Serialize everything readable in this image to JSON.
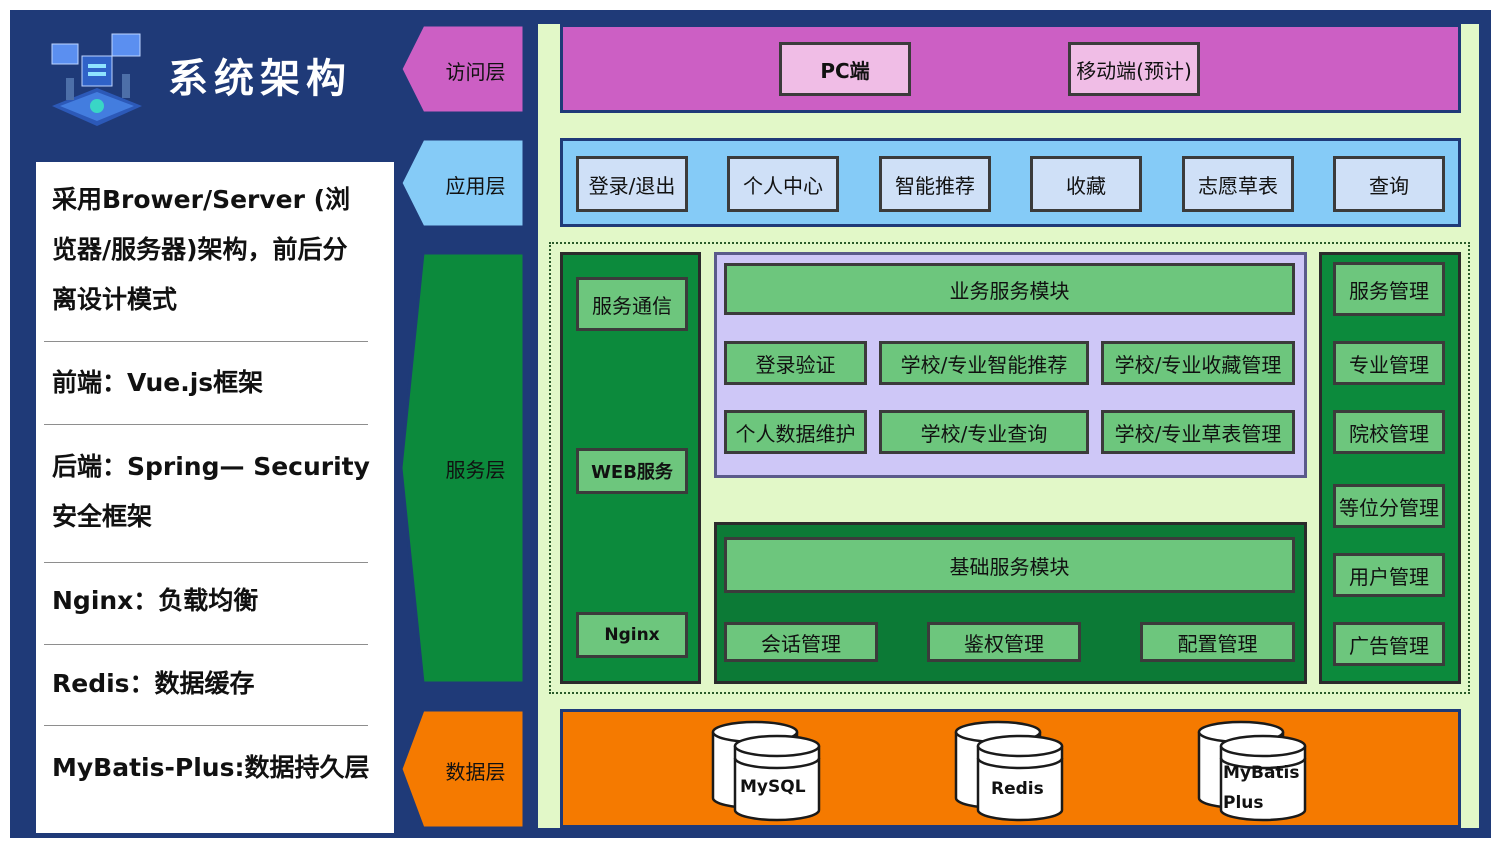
{
  "header": {
    "title": "系统架构"
  },
  "info_items": [
    "采用Brower/Server (浏",
    "览器/服务器)架构，前后分",
    "离设计模式",
    "前端：Vue.js框架",
    "后端：Spring— Security",
    "安全框架",
    "Nginx：负载均衡",
    "Redis：数据缓存",
    "MyBatis-Plus:数据持久层"
  ],
  "layers": {
    "access": "访问层",
    "application": "应用层",
    "service": "服务层",
    "data": "数据层"
  },
  "access_layer": {
    "pc": "PC端",
    "mobile": "移动端(预计)"
  },
  "application_layer": [
    "登录/退出",
    "个人中心",
    "智能推荐",
    "收藏",
    "志愿草表",
    "查询"
  ],
  "service_layer": {
    "left": [
      "服务通信",
      "WEB服务",
      "Nginx"
    ],
    "business_title": "业务服务模块",
    "business": [
      "登录验证",
      "学校/专业智能推荐",
      "学校/专业收藏管理",
      "个人数据维护",
      "学校/专业查询",
      "学校/专业草表管理"
    ],
    "basic_title": "基础服务模块",
    "basic": [
      "会话管理",
      "鉴权管理",
      "配置管理"
    ],
    "right": [
      "服务管理",
      "专业管理",
      "院校管理",
      "等位分管理",
      "用户管理",
      "广告管理"
    ]
  },
  "data_layer": {
    "mysql": "MySQL",
    "redis": "Redis",
    "mybatis_1": "MyBatis",
    "mybatis_2": "Plus"
  },
  "colors": {
    "navy": "#1f3a78",
    "access": "#cc5fc4",
    "application": "#85cbf7",
    "service": "#0c8a3c",
    "data": "#f57a00",
    "light_green": "#e2f8c8",
    "lavender": "#cec7f7"
  }
}
